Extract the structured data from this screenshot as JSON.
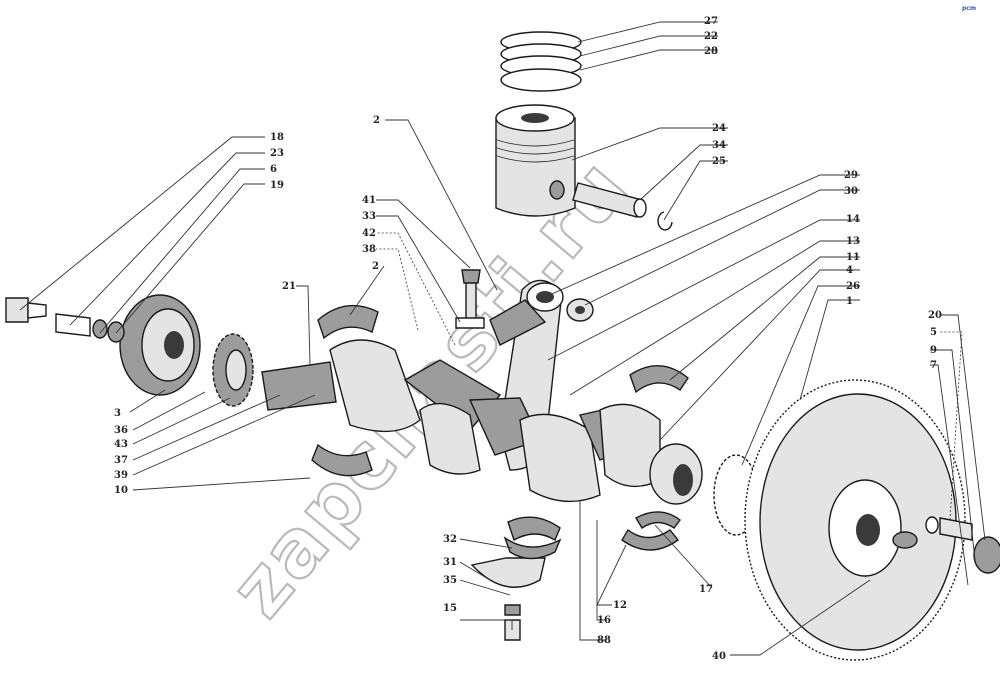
{
  "corner_logo": "pcm",
  "watermark": "zapchasti.ru",
  "colors": {
    "ink": "#1a1a1a",
    "shade": "#9c9c9c",
    "watermark": "#b9b9b9"
  },
  "labels": [
    {
      "id": "l27",
      "text": "27"
    },
    {
      "id": "l22",
      "text": "22"
    },
    {
      "id": "l28",
      "text": "28"
    },
    {
      "id": "l24",
      "text": "24"
    },
    {
      "id": "l34",
      "text": "34"
    },
    {
      "id": "l25",
      "text": "25"
    },
    {
      "id": "l29",
      "text": "29"
    },
    {
      "id": "l30",
      "text": "30"
    },
    {
      "id": "l14",
      "text": "14"
    },
    {
      "id": "l13",
      "text": "13"
    },
    {
      "id": "l11",
      "text": "11"
    },
    {
      "id": "l4",
      "text": "4"
    },
    {
      "id": "l26",
      "text": "26"
    },
    {
      "id": "l1",
      "text": "1"
    },
    {
      "id": "l20",
      "text": "20"
    },
    {
      "id": "l5",
      "text": "5"
    },
    {
      "id": "l9",
      "text": "9"
    },
    {
      "id": "l7",
      "text": "7"
    },
    {
      "id": "l2a",
      "text": "2"
    },
    {
      "id": "l41",
      "text": "41"
    },
    {
      "id": "l33",
      "text": "33"
    },
    {
      "id": "l42",
      "text": "42"
    },
    {
      "id": "l38",
      "text": "38"
    },
    {
      "id": "l2b",
      "text": "2"
    },
    {
      "id": "l21",
      "text": "21"
    },
    {
      "id": "l18",
      "text": "18"
    },
    {
      "id": "l23",
      "text": "23"
    },
    {
      "id": "l6",
      "text": "6"
    },
    {
      "id": "l19",
      "text": "19"
    },
    {
      "id": "l3",
      "text": "3"
    },
    {
      "id": "l36",
      "text": "36"
    },
    {
      "id": "l43",
      "text": "43"
    },
    {
      "id": "l37",
      "text": "37"
    },
    {
      "id": "l39",
      "text": "39"
    },
    {
      "id": "l10",
      "text": "10"
    },
    {
      "id": "l32",
      "text": "32"
    },
    {
      "id": "l31",
      "text": "31"
    },
    {
      "id": "l35",
      "text": "35"
    },
    {
      "id": "l15",
      "text": "15"
    },
    {
      "id": "l16",
      "text": "16"
    },
    {
      "id": "l88",
      "text": "88"
    },
    {
      "id": "l12",
      "text": "12"
    },
    {
      "id": "l17",
      "text": "17"
    },
    {
      "id": "l40",
      "text": "40"
    }
  ]
}
